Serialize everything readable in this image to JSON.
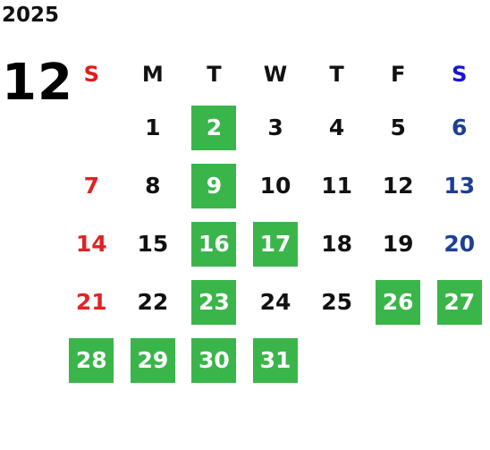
{
  "calendar": {
    "year": "2025",
    "month": "12",
    "weekdays": [
      "S",
      "M",
      "T",
      "W",
      "T",
      "F",
      "S"
    ],
    "weeks": [
      [
        {
          "day": "",
          "kind": "empty"
        },
        {
          "day": "1",
          "kind": "normal"
        },
        {
          "day": "2",
          "kind": "highlight"
        },
        {
          "day": "3",
          "kind": "normal"
        },
        {
          "day": "4",
          "kind": "normal"
        },
        {
          "day": "5",
          "kind": "normal"
        },
        {
          "day": "6",
          "kind": "sat"
        }
      ],
      [
        {
          "day": "7",
          "kind": "sun"
        },
        {
          "day": "8",
          "kind": "normal"
        },
        {
          "day": "9",
          "kind": "highlight"
        },
        {
          "day": "10",
          "kind": "normal"
        },
        {
          "day": "11",
          "kind": "normal"
        },
        {
          "day": "12",
          "kind": "normal"
        },
        {
          "day": "13",
          "kind": "sat"
        }
      ],
      [
        {
          "day": "14",
          "kind": "sun"
        },
        {
          "day": "15",
          "kind": "normal"
        },
        {
          "day": "16",
          "kind": "highlight"
        },
        {
          "day": "17",
          "kind": "highlight"
        },
        {
          "day": "18",
          "kind": "normal"
        },
        {
          "day": "19",
          "kind": "normal"
        },
        {
          "day": "20",
          "kind": "sat"
        }
      ],
      [
        {
          "day": "21",
          "kind": "sun"
        },
        {
          "day": "22",
          "kind": "normal"
        },
        {
          "day": "23",
          "kind": "highlight"
        },
        {
          "day": "24",
          "kind": "normal"
        },
        {
          "day": "25",
          "kind": "normal"
        },
        {
          "day": "26",
          "kind": "highlight"
        },
        {
          "day": "27",
          "kind": "highlight"
        }
      ],
      [
        {
          "day": "28",
          "kind": "highlight"
        },
        {
          "day": "29",
          "kind": "highlight"
        },
        {
          "day": "30",
          "kind": "highlight"
        },
        {
          "day": "31",
          "kind": "highlight"
        },
        {
          "day": "",
          "kind": "empty"
        },
        {
          "day": "",
          "kind": "empty"
        },
        {
          "day": "",
          "kind": "empty"
        }
      ]
    ]
  },
  "colors": {
    "highlight": "#3ab54a",
    "sunday": "#e02323",
    "saturday": "#1d3f96",
    "sunday_header": "#e21b1b",
    "saturday_header": "#1414d8",
    "text": "#111111"
  }
}
